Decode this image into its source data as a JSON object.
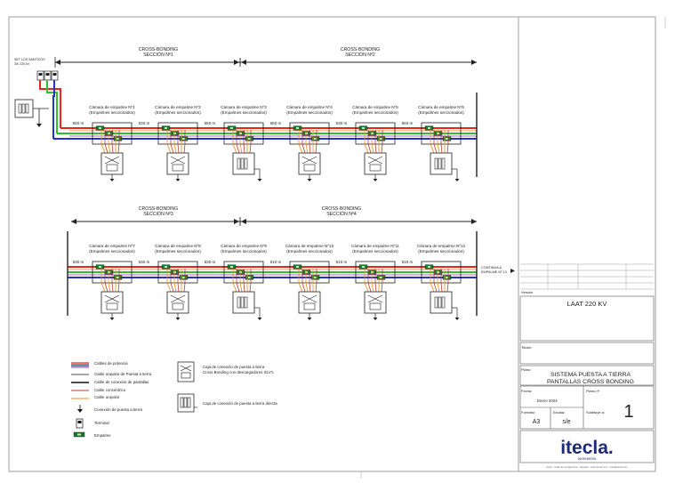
{
  "set_label": [
    "SET LOS SANTICOS",
    "30/ 220 kV"
  ],
  "sections": [
    {
      "l1": "CROSS-BONDING",
      "l2": "SECCIÓN Nº1"
    },
    {
      "l1": "CROSS-BONDING",
      "l2": "SECCIÓN Nº2"
    },
    {
      "l1": "CROSS-BONDING",
      "l2": "SECCIÓN Nº3"
    },
    {
      "l1": "CROSS-BONDING",
      "l2": "SECCIÓN Nº4"
    }
  ],
  "chambers_row1": [
    {
      "name": "Cámara de empalme Nº1",
      "sub": "(Empalmes seccionados)"
    },
    {
      "name": "Cámara de empalme Nº2",
      "sub": "(Empalmes seccionados)"
    },
    {
      "name": "Cámara de empalme Nº3",
      "sub": "(Empalmes seccionados)"
    },
    {
      "name": "Cámara de empalme Nº4",
      "sub": "(Empalmes seccionados)"
    },
    {
      "name": "Cámara de empalme Nº5",
      "sub": "(Empalmes seccionados)"
    },
    {
      "name": "Cámara de empalme Nº6",
      "sub": "(Empalmes seccionados)"
    }
  ],
  "chambers_row2": [
    {
      "name": "Cámara de empalme Nº7",
      "sub": "(Empalmes seccionados)"
    },
    {
      "name": "Cámara de empalme Nº8",
      "sub": "(Empalmes seccionados)"
    },
    {
      "name": "Cámara de empalme Nº9",
      "sub": "(Empalmes seccionados)"
    },
    {
      "name": "Cámara de empalme Nº10",
      "sub": "(Empalmes seccionados)"
    },
    {
      "name": "Cámara de empalme Nº11",
      "sub": "(Empalmes seccionados)"
    },
    {
      "name": "Cámara de empalme Nº12",
      "sub": "(Empalmes seccionados)"
    }
  ],
  "distances_row1": [
    "650 m",
    "630 m",
    "650 m",
    "650 m",
    "630 m",
    "650 m"
  ],
  "distances_row2": [
    "630 m",
    "630 m",
    "630 m",
    "610 m",
    "610 m",
    "610 m"
  ],
  "continua_label": [
    "CONTINUA A",
    "EMPALME Nº 13"
  ],
  "cable_colors": {
    "red": "#e8261c",
    "green": "#2fbf2f",
    "blue": "#2233cc",
    "orange": "#f08a1c",
    "purple": "#9b30c8"
  },
  "legend": {
    "items": [
      "Cables de potencia",
      "Cable unipolar de Puesta a tierra",
      "Cable de conexión de pantallas",
      "Cable concéntrico",
      "Cable unipolar",
      "Conexión de puesta a tierra",
      "Terminal",
      "Empalme"
    ],
    "box1": [
      "Caja de conexión de puesta a tierra",
      "Cross Bonding con descargadores SLV's"
    ],
    "box2": "Caja de conexión de puesta a tierra directa"
  },
  "title_block": {
    "version_label": "Versión",
    "project": "LAAT 220 KV",
    "titular_label": "Titular:",
    "plano_label": "Plano:",
    "plano_title": [
      "SISTEMA PUESTA A TIERRA",
      "PANTALLAS CROSS BONDING"
    ],
    "fecha_label": "Fecha:",
    "fecha": "Enero 2024",
    "plano_no_label": "Plano nº",
    "plano_no": "1",
    "formato_label": "Formato:",
    "formato": "A3",
    "escala_label": "Escala:",
    "escala": "s/e",
    "sustituye_label": "Sustituye a:",
    "logo": "itecla.",
    "logo_sub": "INGENIERÍA",
    "footer": "itecla · Calle de la ingeniería · España · www.itecla.com · info@itecla.com"
  }
}
